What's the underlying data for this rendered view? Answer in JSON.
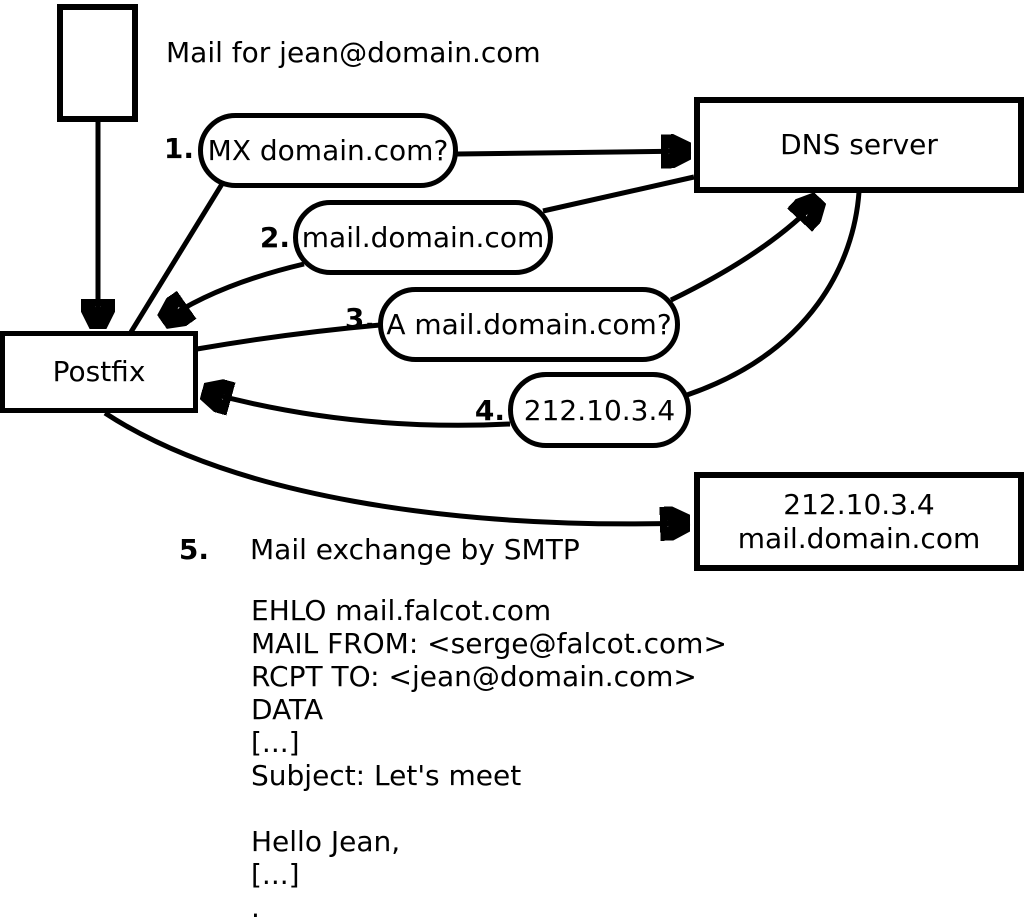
{
  "colors": {
    "ink": "#000000",
    "paper": "#ffffff"
  },
  "title": "Mail for jean@domain.com",
  "nodes": {
    "postfix": "Postfix",
    "dns_server": "DNS server",
    "mail_server_line1": "212.10.3.4",
    "mail_server_line2": "mail.domain.com"
  },
  "steps": [
    {
      "num": "1.",
      "label": "MX domain.com?"
    },
    {
      "num": "2.",
      "label": "mail.domain.com"
    },
    {
      "num": "3.",
      "label": "A mail.domain.com?"
    },
    {
      "num": "4.",
      "label": "212.10.3.4"
    },
    {
      "num": "5.",
      "label": "Mail exchange by SMTP"
    }
  ],
  "smtp_session": "EHLO mail.falcot.com\nMAIL FROM: <serge@falcot.com>\nRCPT TO: <jean@domain.com>\nDATA\n[...]\nSubject: Let's meet\n\nHello Jean,\n[...]\n."
}
